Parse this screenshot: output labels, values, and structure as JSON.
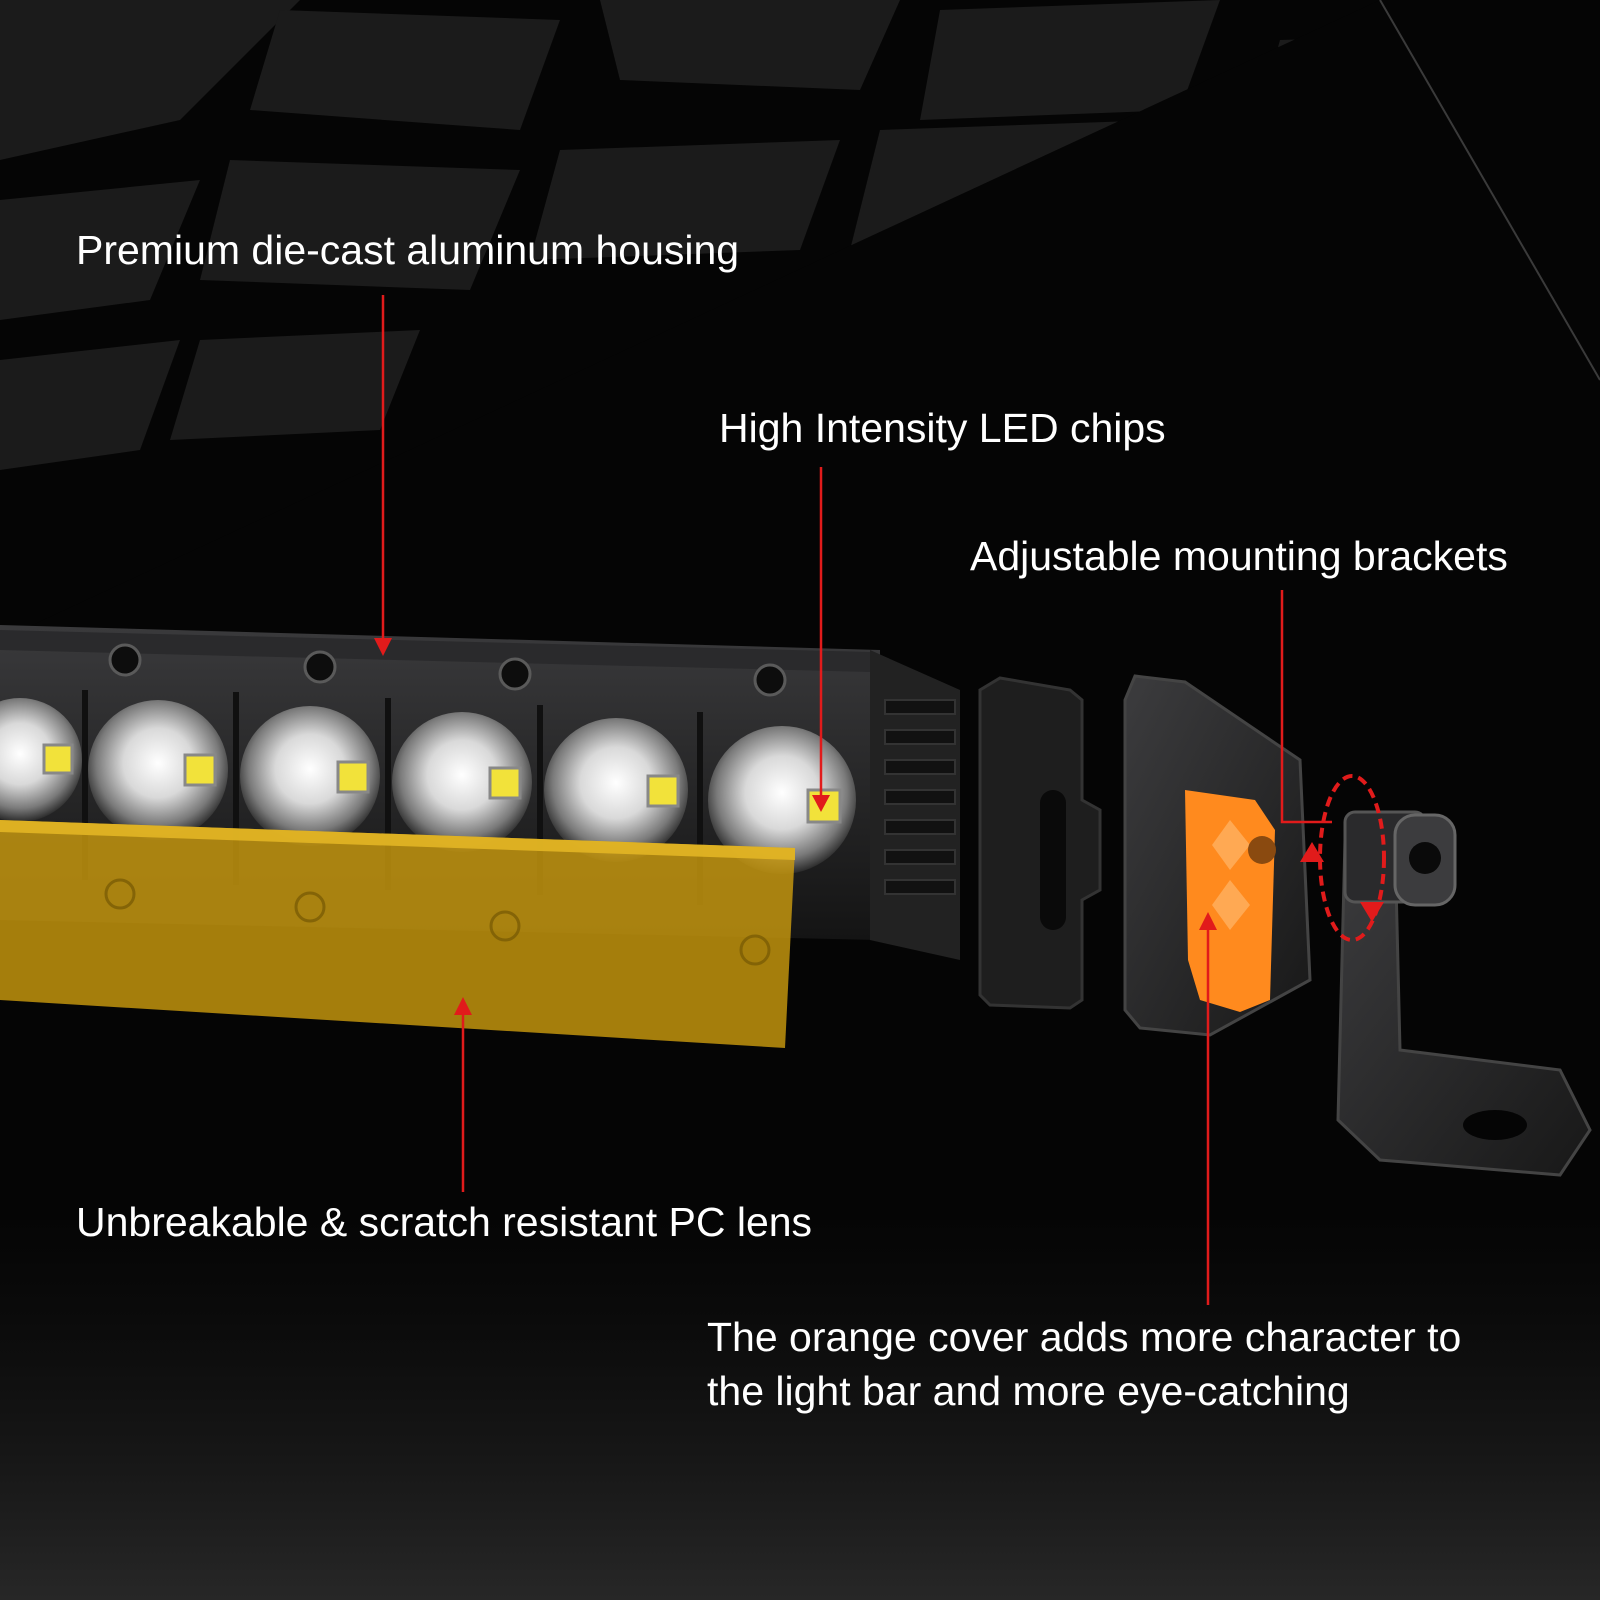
{
  "callouts": {
    "housing": "Premium die-cast aluminum housing",
    "led_chips": "High Intensity LED chips",
    "brackets": "Adjustable mounting brackets",
    "lens": "Unbreakable & scratch resistant PC lens",
    "cover_line1": "The orange cover adds more character to",
    "cover_line2": "the light bar and more eye-catching"
  },
  "colors": {
    "background": "#050505",
    "text": "#ffffff",
    "leader_line": "#e11b1b",
    "amber_lens": "#c99a0f",
    "orange_cover": "#ff8a1e",
    "led_chip": "#f2e23a",
    "housing": "#1c1c1e"
  },
  "icons": [
    "arrow-down-icon",
    "arrow-up-icon",
    "rotation-arrows-icon"
  ]
}
